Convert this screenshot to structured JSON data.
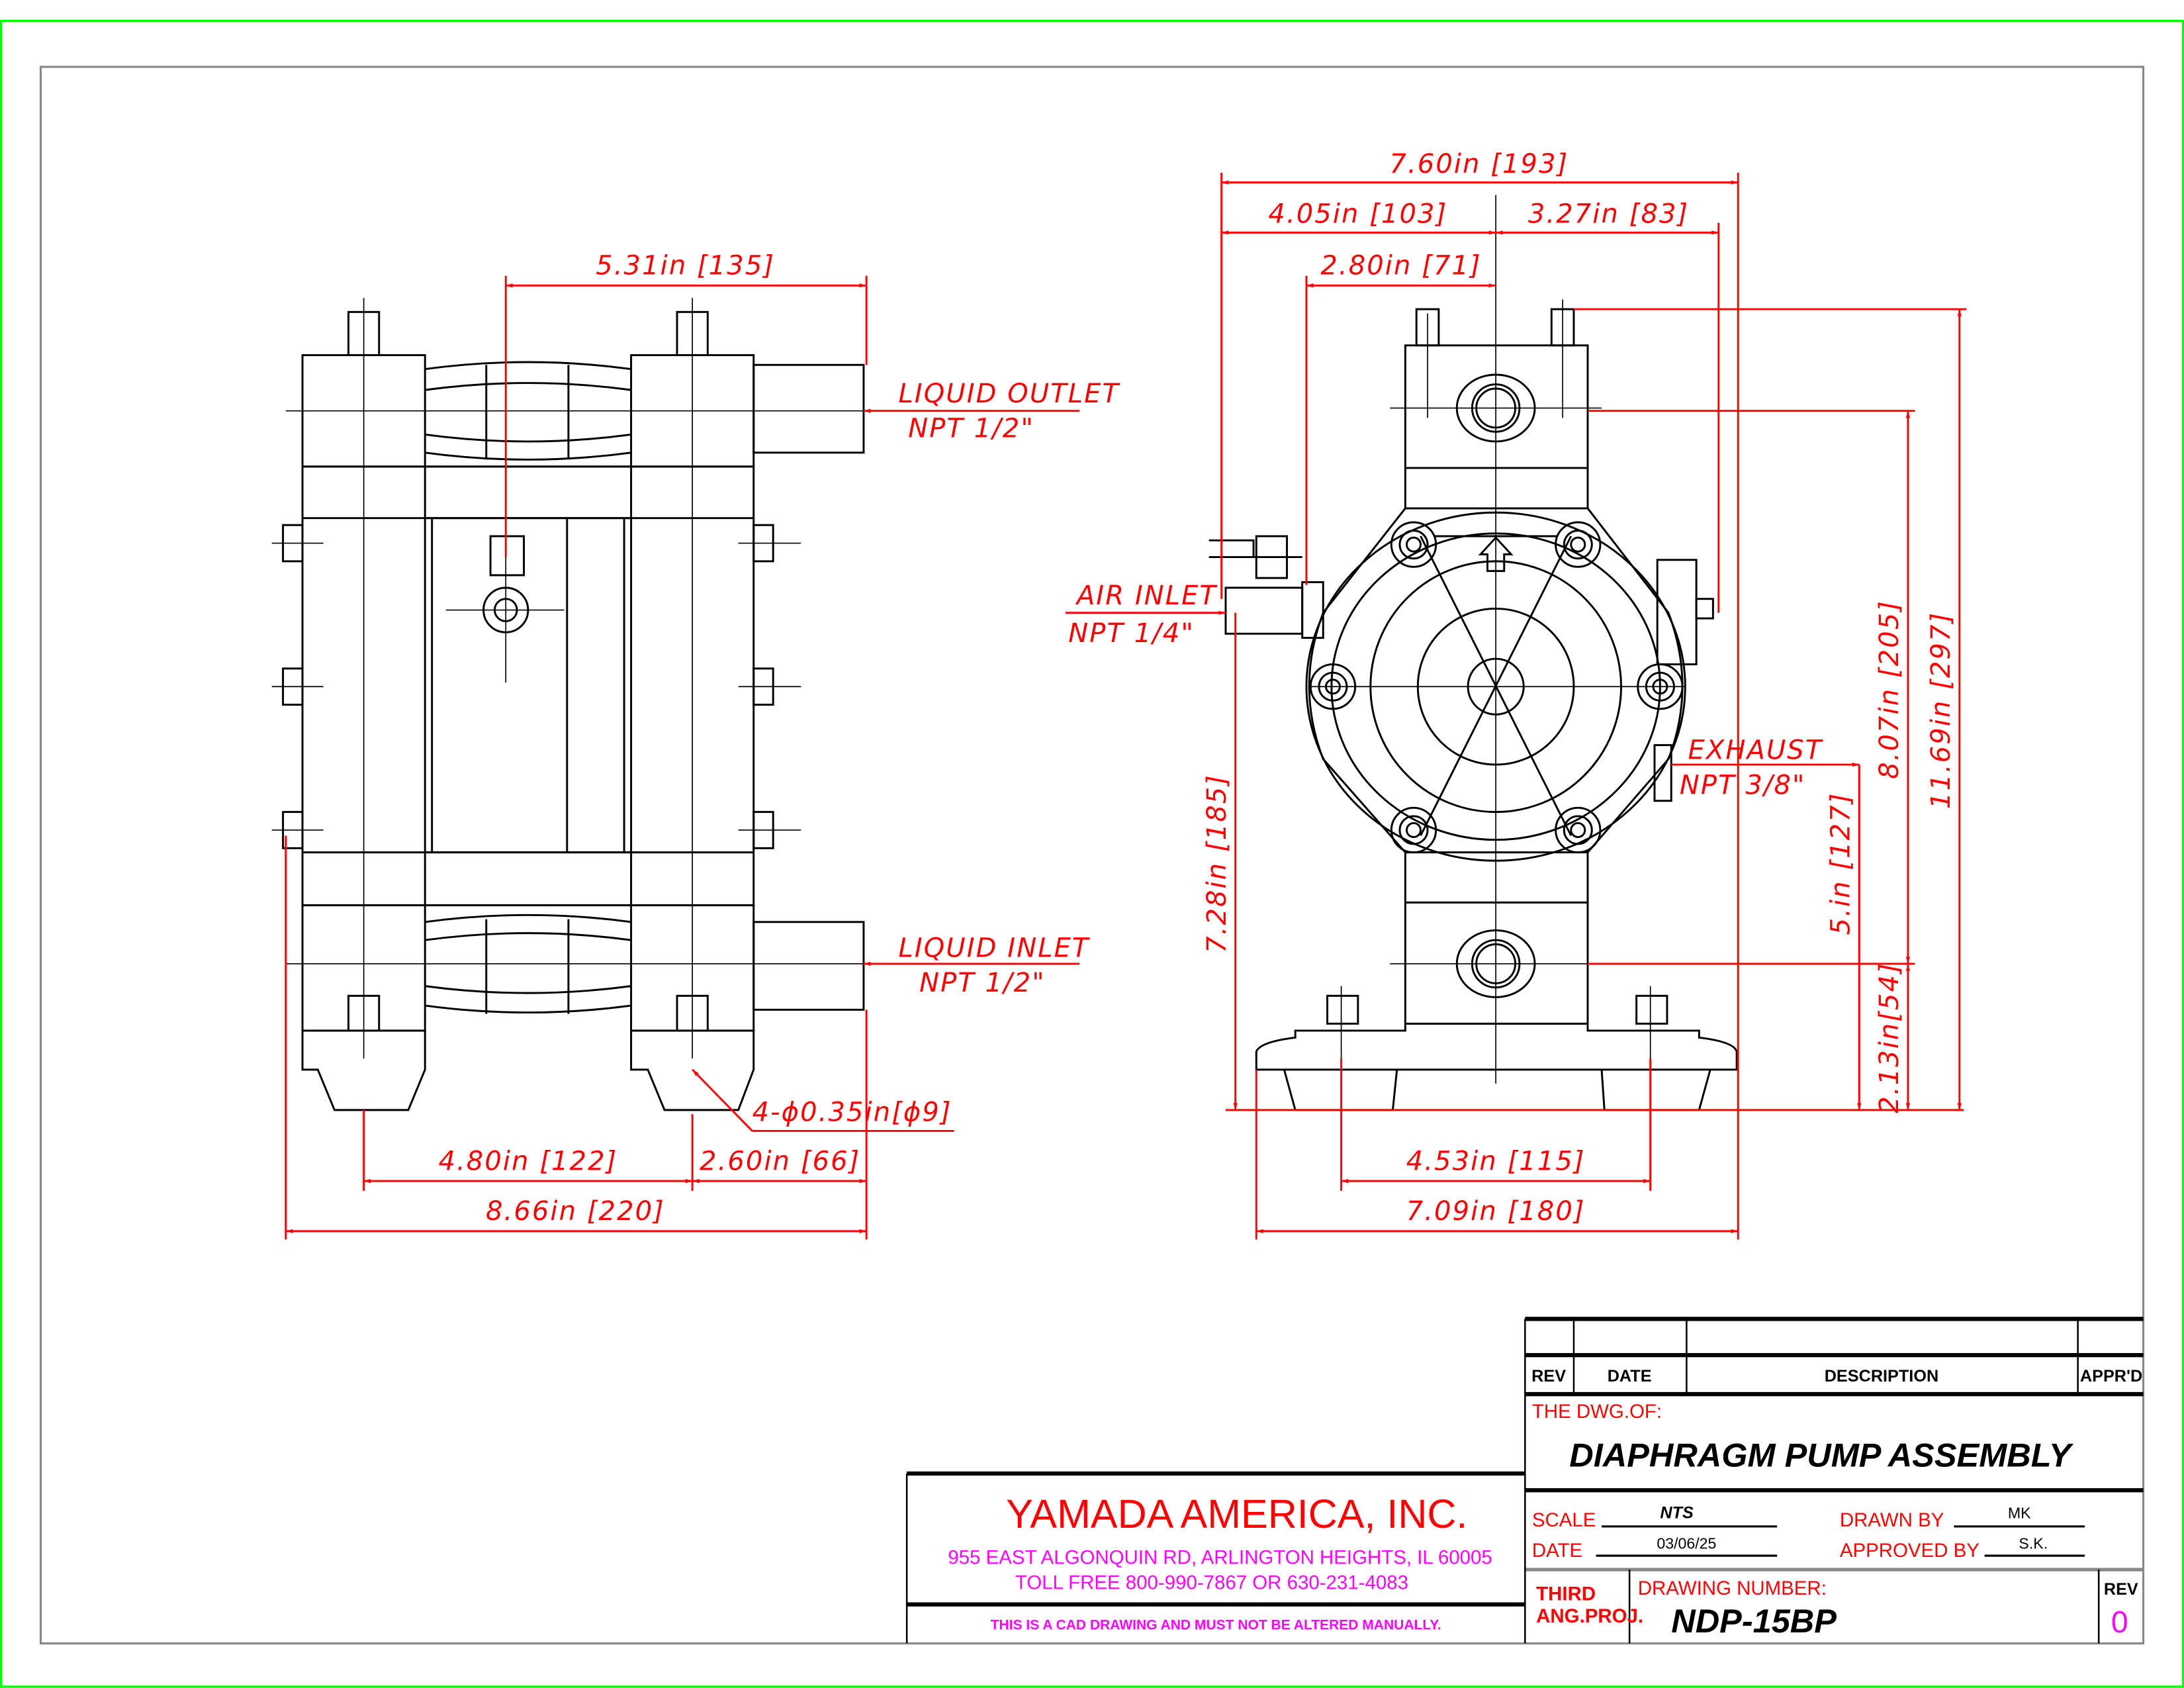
{
  "colors": {
    "dimension": "#ff0000",
    "company": "#ff0000",
    "address": "#ff00ff",
    "border": "#00ff00",
    "frame": "#888888"
  },
  "side_view": {
    "dim_top": "5.31in [135]",
    "liquid_outlet": "LIQUID OUTLET",
    "outlet_npt": "NPT 1/2\"",
    "liquid_inlet": "LIQUID INLET",
    "inlet_npt": "NPT 1/2\"",
    "holes": "4-ϕ0.35in[ϕ9]",
    "dim_bottom_left": "4.80in [122]",
    "dim_bottom_right": "2.60in [66]",
    "dim_overall": "8.66in [220]"
  },
  "front_view": {
    "dim_overall_width": "7.60in [193]",
    "dim_left": "4.05in [103]",
    "dim_right": "3.27in [83]",
    "dim_air": "2.80in [71]",
    "air_inlet": "AIR INLET",
    "air_npt": "NPT 1/4\"",
    "exhaust": "EXHAUST",
    "exhaust_npt": "NPT 3/8\"",
    "dim_air_height": "7.28in [185]",
    "dim_exhaust_height": "5.in [127]",
    "dim_outlet_height": "8.07in [205]",
    "dim_overall_height": "11.69in [297]",
    "dim_inlet_height": "2.13in[54]",
    "dim_feet": "4.53in [115]",
    "dim_base": "7.09in [180]"
  },
  "title_block": {
    "company": "YAMADA  AMERICA,  INC.",
    "address": "955  EAST  ALGONQUIN  RD,  ARLINGTON  HEIGHTS,  IL  60005",
    "phone": "TOLL  FREE  800-990-7867  OR  630-231-4083",
    "notice": "THIS  IS  A  CAD  DRAWING  AND  MUST  NOT  BE  ALTERED  MANUALLY.",
    "rev_header": "REV",
    "date_header": "DATE",
    "description_header": "DESCRIPTION",
    "apprd_header": "APPR'D",
    "dwg_of_label": "THE  DWG.OF:",
    "dwg_title": "DIAPHRAGM PUMP ASSEMBLY",
    "scale_label": "SCALE",
    "scale": "NTS",
    "date_label": "DATE",
    "date": "03/06/25",
    "drawn_by_label": "DRAWN  BY",
    "drawn_by": "MK",
    "approved_by_label": "APPROVED  BY",
    "approved_by": "S.K.",
    "projection_1": "THIRD",
    "projection_2": "ANG.PROJ.",
    "drawing_number_label": "DRAWING  NUMBER:",
    "drawing_number": "NDP-15BP",
    "rev_label": "REV",
    "rev": "0"
  }
}
